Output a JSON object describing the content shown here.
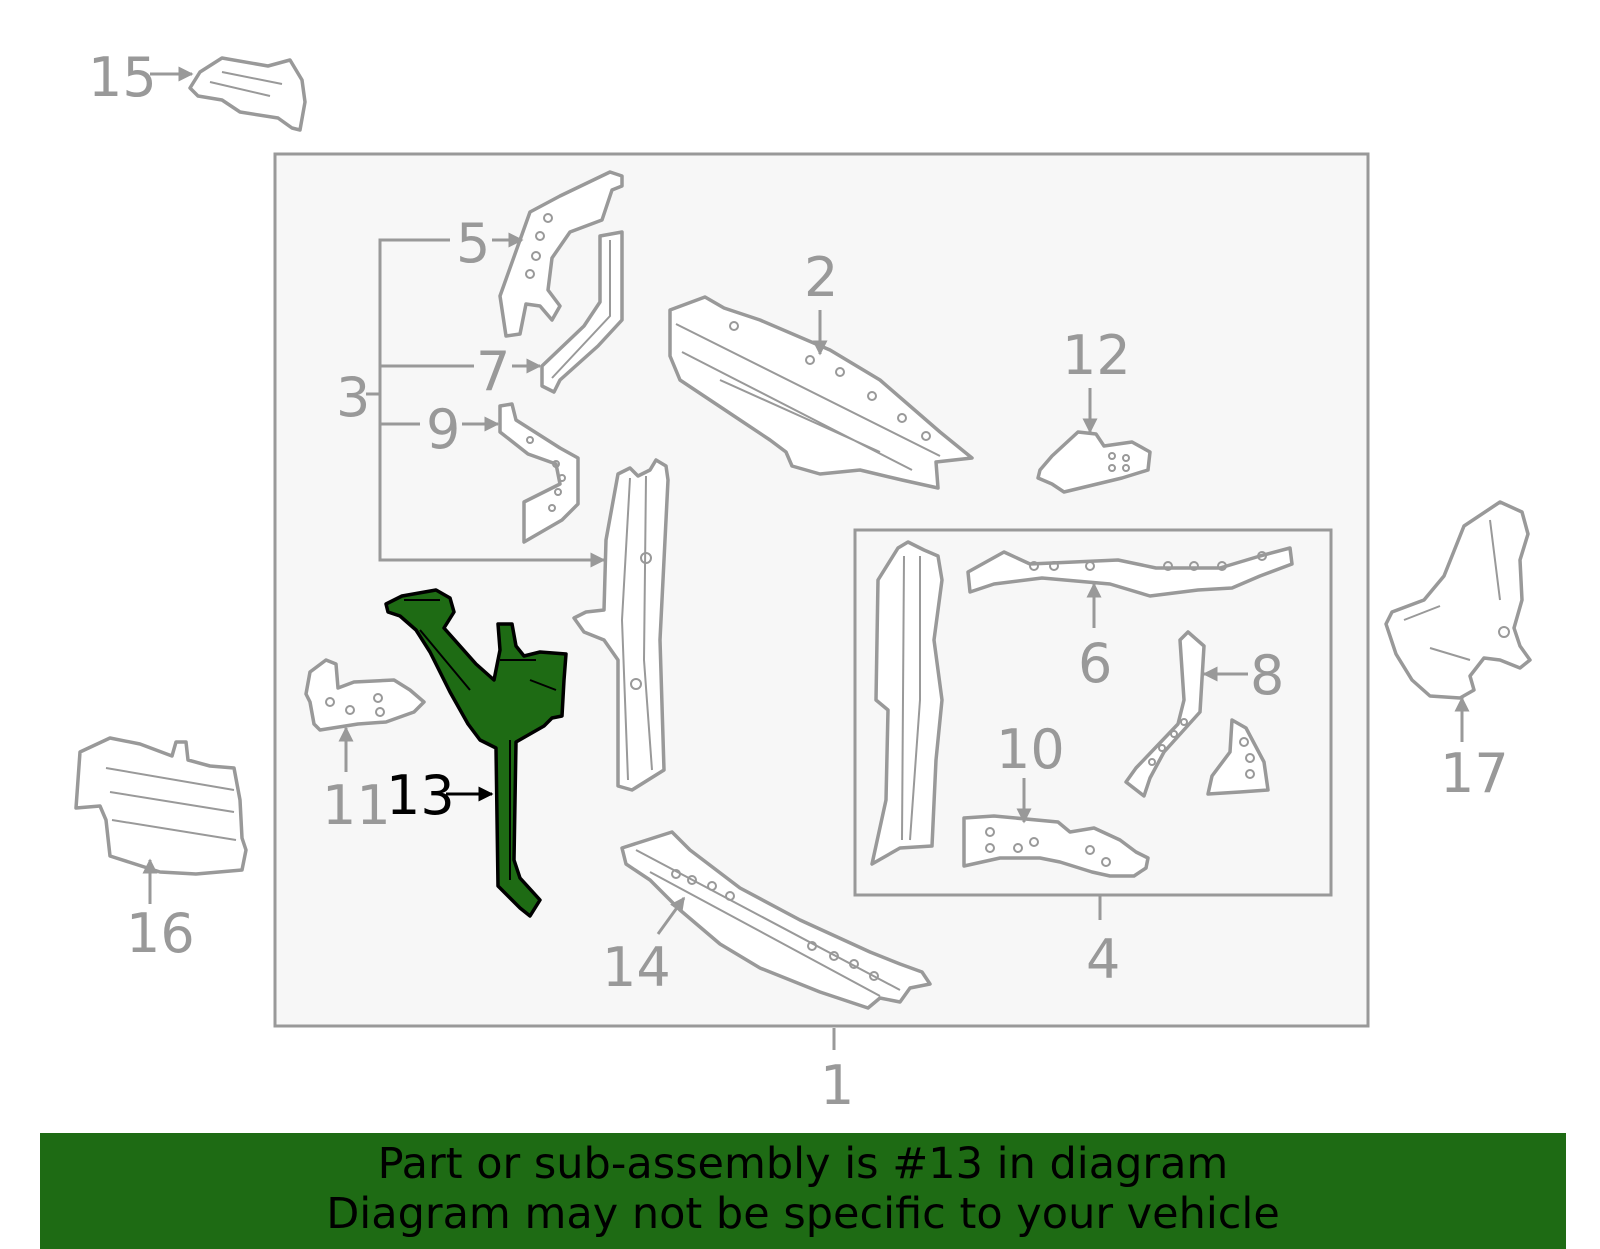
{
  "diagram": {
    "callouts": [
      "1",
      "2",
      "3",
      "4",
      "5",
      "6",
      "7",
      "8",
      "9",
      "10",
      "11",
      "12",
      "13",
      "14",
      "15",
      "16",
      "17"
    ],
    "highlighted_callout": "13",
    "colors": {
      "highlight": "#1e6b14",
      "line_art": "#999999",
      "outer_frame_fill": "#f7f7f7"
    }
  },
  "banner": {
    "line1": "Part or sub-assembly is #13 in diagram",
    "line2": "Diagram may not be specific to your vehicle"
  }
}
